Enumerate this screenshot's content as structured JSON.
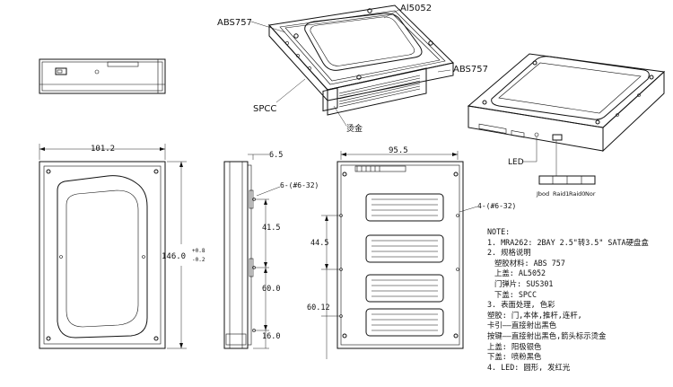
{
  "callouts": {
    "abs757_top": "ABS757",
    "al5052": "Al5052",
    "abs757_right": "ABS757",
    "spcc": "SPCC",
    "hot_stamp": "烫金",
    "led": "LED",
    "switch_modes": [
      "Jbod",
      "Raid1",
      "Raid0",
      "Nor"
    ]
  },
  "dimensions": {
    "width_top": "101.2",
    "height_side": "146.0",
    "tol_plus": "+0.8",
    "tol_minus": "-0.2",
    "side_top": "6.5",
    "side_screw": "6-(#6-32)",
    "side_41": "41.5",
    "side_60": "60.0",
    "side_16": "16.0",
    "bottom_width": "95.5",
    "bottom_screw": "4-(#6-32)",
    "bottom_44": "44.5",
    "bottom_60": "60.12"
  },
  "notes": {
    "title": "NOTE:",
    "lines": [
      "1. MRA262:  2BAY 2.5\"转3.5\" SATA硬盘盒",
      "2. 规格说明",
      "   塑胶材料: ABS 757",
      "   上盖: AL5052",
      "   门弹片: SUS301",
      "   下盖: SPCC",
      "3. 表面处理, 色彩",
      "塑胶: 门,本体,推杆,连杆,",
      "     卡引——直接射出黑色",
      "     按键——直接射出黑色,箭头标示烫金",
      "上盖:  阳极银色",
      "下盖:  喷粉黑色",
      "4. LED: 圆形, 发红光"
    ]
  }
}
